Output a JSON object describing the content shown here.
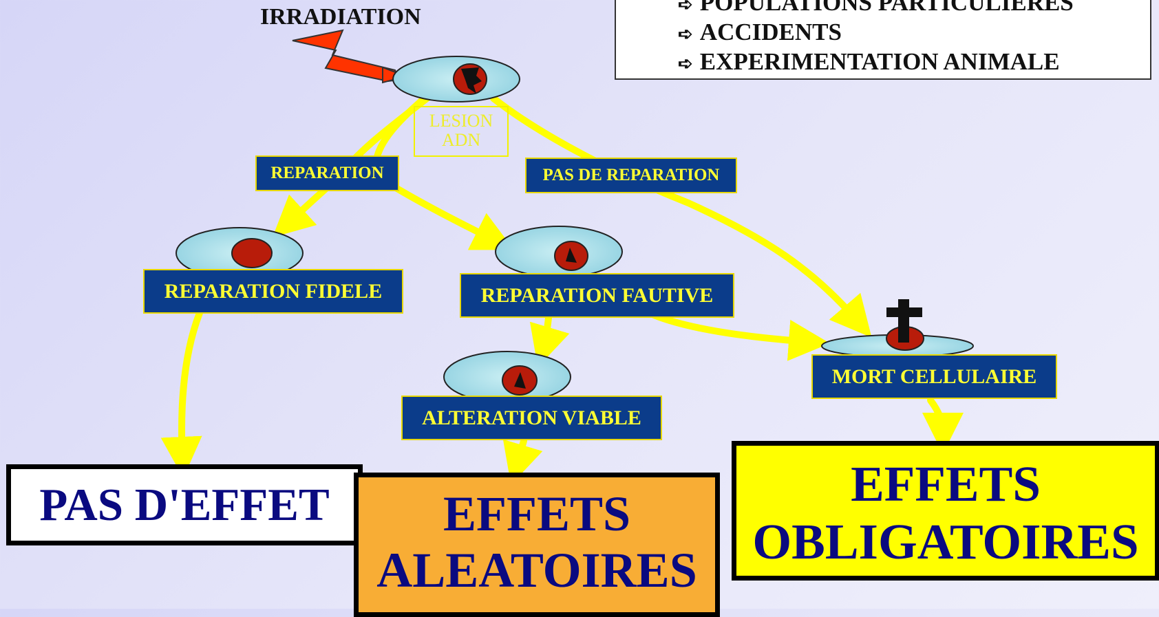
{
  "title": "IRRADIATION",
  "sources_box": {
    "items": [
      "POPULATIONS PARTICULIERES",
      "ACCIDENTS",
      "EXPERIMENTATION ANIMALE"
    ],
    "bullet_icon": "arrow-right-icon"
  },
  "lesion_label": {
    "line1": "LESION",
    "line2": "ADN"
  },
  "branches": {
    "reparation": "REPARATION",
    "pas_de_reparation": "PAS DE REPARATION"
  },
  "states": {
    "fidele": "REPARATION FIDELE",
    "fautive": "REPARATION FAUTIVE",
    "viable": "ALTERATION VIABLE",
    "mort": "MORT CELLULAIRE"
  },
  "outcomes": {
    "pas_effet": "PAS D'EFFET",
    "aleatoires": {
      "line1": "EFFETS",
      "line2": "ALEATOIRES"
    },
    "obligatoires": {
      "line1": "EFFETS",
      "line2": "OBLIGATOIRES"
    }
  },
  "colors": {
    "arrow": "#ffff00",
    "label_bg": "#0b3c8a",
    "label_text": "#ffff33",
    "lightning": "#ff3300",
    "nucleus": "#b81c0a",
    "cytoplasm": "#a8dde8",
    "aleatoires_bg": "#f8ad35",
    "obligatoires_bg": "#ffff00"
  }
}
